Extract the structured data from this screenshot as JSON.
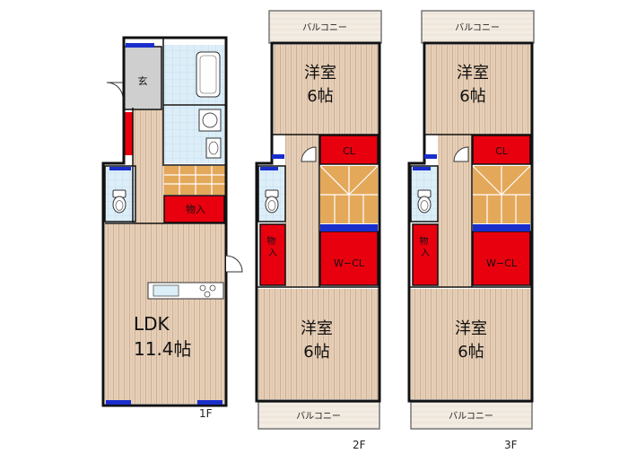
{
  "floors": [
    {
      "label": "1F",
      "rooms": {
        "genkan": "玄",
        "storage": "物入",
        "ldk_name": "LDK",
        "ldk_size": "11.4帖"
      }
    },
    {
      "label": "2F",
      "rooms": {
        "balcony_top": "バルコニー",
        "room_top_name": "洋室",
        "room_top_size": "6帖",
        "closet": "CL",
        "storage": "物入",
        "walkin_closet": "W−CL",
        "room_bottom_name": "洋室",
        "room_bottom_size": "6帖",
        "balcony_bottom": "バルコニー"
      }
    },
    {
      "label": "3F",
      "rooms": {
        "balcony_top": "バルコニー",
        "room_top_name": "洋室",
        "room_top_size": "6帖",
        "closet": "CL",
        "storage": "物入",
        "walkin_closet": "W−CL",
        "room_bottom_name": "洋室",
        "room_bottom_size": "6帖",
        "balcony_bottom": "バルコニー"
      }
    }
  ],
  "colors": {
    "wall": "#111111",
    "wood": "#e6cfb8",
    "storage": "#e8000f",
    "window": "#1a2ecc",
    "wet_area": "#dceef8",
    "genkan": "#cfcfcf",
    "stairs": "#e4a85a"
  }
}
